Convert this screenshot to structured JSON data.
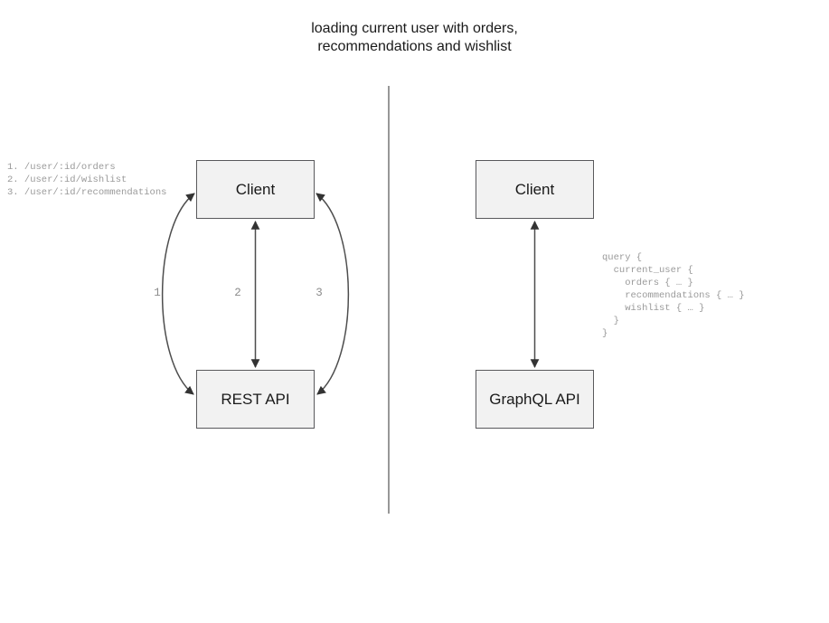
{
  "diagram": {
    "title": "loading current user with orders,\nrecommendations and wishlist",
    "divider_label": "vertical-divider",
    "left_panel": {
      "client_box": "Client",
      "api_box": "REST API",
      "endpoints_text": "1. /user/:id/orders\n2. /user/:id/wishlist\n3. /user/:id/recommendations",
      "edges": [
        {
          "id": "1",
          "label": "1",
          "shape": "curve-left",
          "direction": "bidirectional"
        },
        {
          "id": "2",
          "label": "2",
          "shape": "straight",
          "direction": "bidirectional"
        },
        {
          "id": "3",
          "label": "3",
          "shape": "curve-right",
          "direction": "bidirectional"
        }
      ]
    },
    "right_panel": {
      "client_box": "Client",
      "api_box": "GraphQL API",
      "query_text": "query {\n  current_user {\n    orders { … }\n    recommendations { … }\n    wishlist { … }\n  }\n}",
      "edges": [
        {
          "id": "gql",
          "label": "",
          "shape": "straight",
          "direction": "bidirectional"
        }
      ]
    },
    "colors": {
      "box_fill": "#f2f2f2",
      "box_stroke": "#59595c",
      "text": "#1a1a1a",
      "annotation_text": "#9a9a9a",
      "edge_stroke": "#4d4d4d",
      "divider_stroke": "#6b6b6b",
      "background": "#ffffff"
    }
  }
}
